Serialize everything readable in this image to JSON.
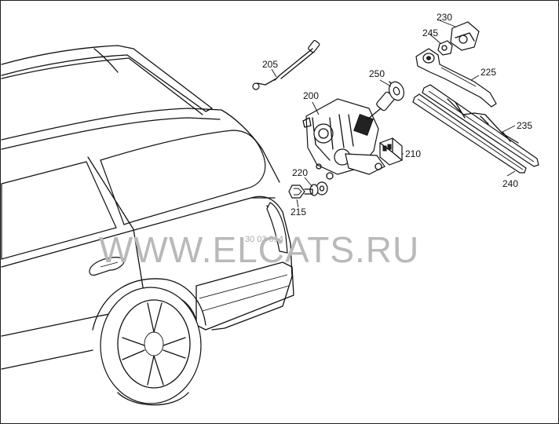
{
  "parts": {
    "p200": "200",
    "p205": "205",
    "p210": "210",
    "p215": "215",
    "p220": "220",
    "p225": "225",
    "p230": "230",
    "p235": "235",
    "p240": "240",
    "p245": "245",
    "p250": "250"
  },
  "watermark": {
    "text": "WWW.ELCATS.RU",
    "code": "30 03 014"
  }
}
